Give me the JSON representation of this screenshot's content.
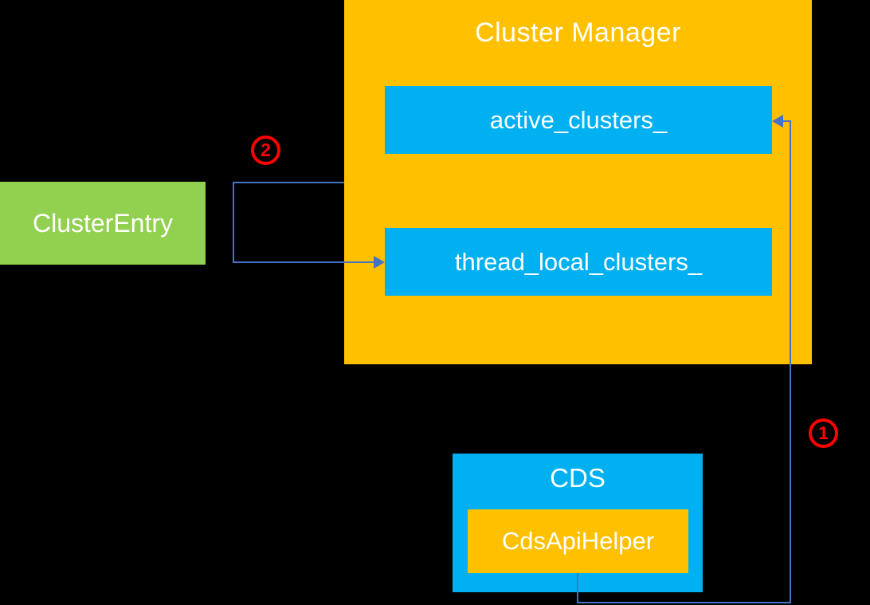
{
  "diagram": {
    "background_color": "#000000",
    "colors": {
      "container_yellow": "#FFC000",
      "field_blue": "#00B0F0",
      "entry_green": "#92D050",
      "connector_blue": "#4472C4",
      "annotation_red": "#FF0000",
      "text_white": "#FFFFFF"
    },
    "cluster_manager": {
      "title": "Cluster Manager",
      "fields": [
        {
          "label": "active_clusters_"
        },
        {
          "label": "thread_local_clusters_"
        }
      ]
    },
    "cluster_entry": {
      "label": "ClusterEntry"
    },
    "cds": {
      "title": "CDS",
      "helper_label": "CdsApiHelper"
    },
    "annotations": {
      "step1": "1",
      "step2": "2"
    },
    "connectors": [
      {
        "id": "1",
        "from": "CdsApiHelper",
        "to": "active_clusters_"
      },
      {
        "id": "2",
        "from": "Cluster Manager",
        "to": "thread_local_clusters_"
      }
    ]
  }
}
